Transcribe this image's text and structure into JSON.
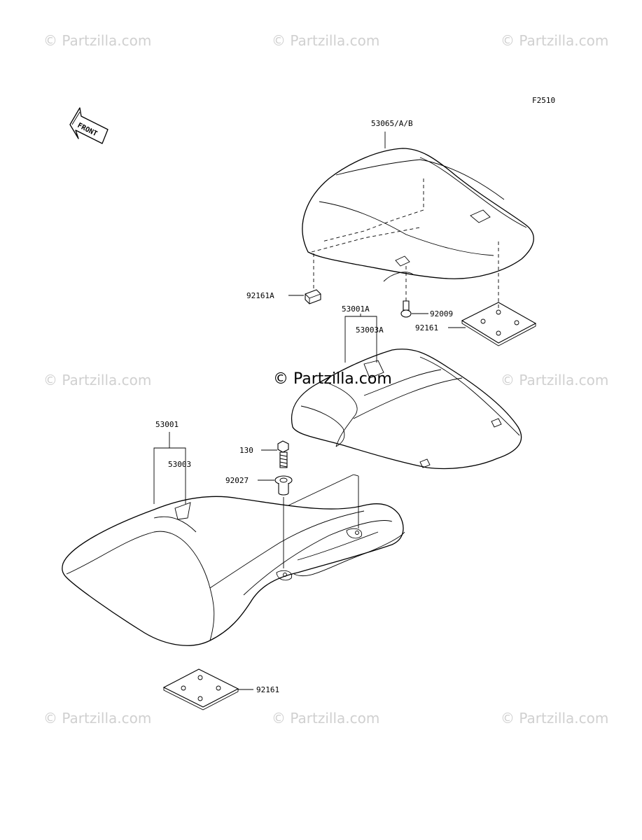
{
  "figure_code": "F2510",
  "front_arrow_label": "FRONT",
  "watermark_text": "© Partzilla.com",
  "center_watermark_text": "© Partzilla.com",
  "callouts": {
    "p53065": "53065/A/B",
    "p92161A": "92161A",
    "p53001A": "53001A",
    "p53003A": "53003A",
    "p92009": "92009",
    "p92161_top": "92161",
    "p53001": "53001",
    "p53003": "53003",
    "p130": "130",
    "p92027": "92027",
    "p92161_bottom": "92161"
  }
}
